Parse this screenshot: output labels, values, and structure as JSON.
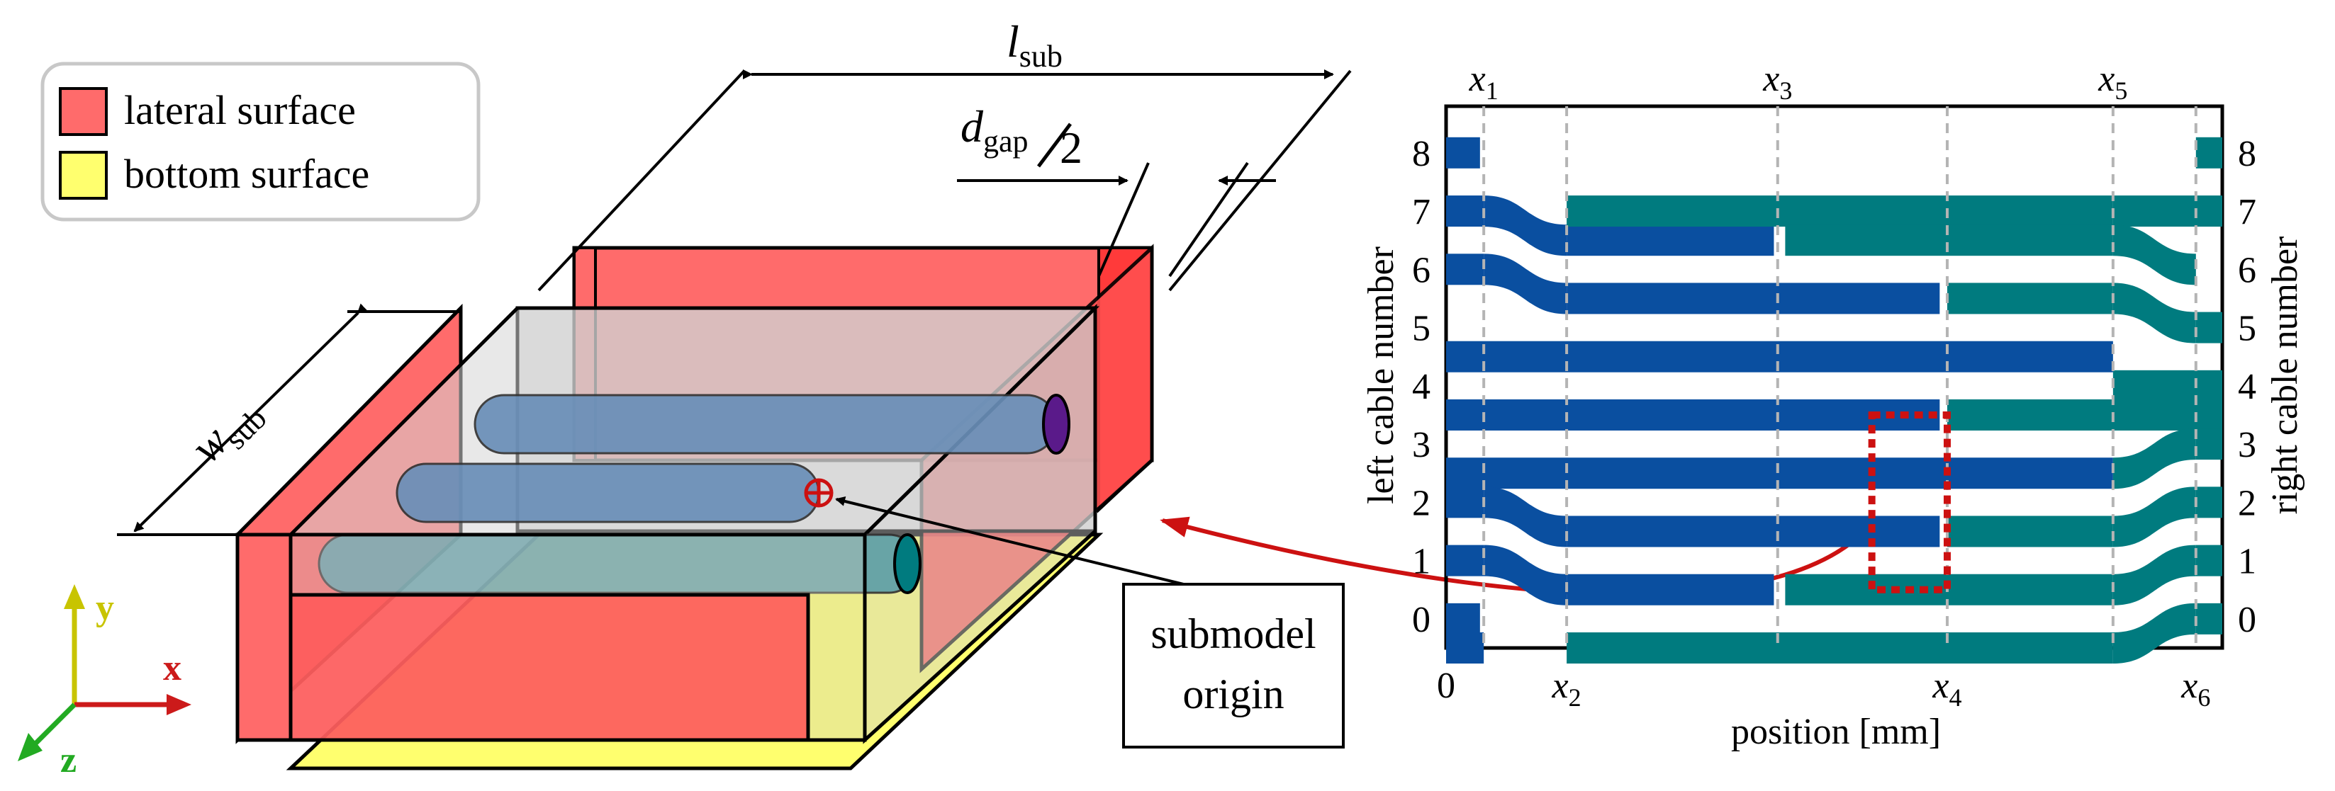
{
  "legend": {
    "items": [
      {
        "label": "lateral surface",
        "color": "#ff6b6b"
      },
      {
        "label": "bottom surface",
        "color": "#ffff6e"
      }
    ]
  },
  "dimensions": {
    "l_main": "l",
    "l_sub": "sub",
    "w_main": "w",
    "w_sub": "sub",
    "d_main": "d",
    "d_sub": "gap",
    "d_divisor": "2"
  },
  "axes3d": {
    "x": "x",
    "y": "y",
    "z": "z"
  },
  "axes_colors": {
    "x": "#cc1a1a",
    "y": "#c8c400",
    "z": "#22aa22"
  },
  "callout": {
    "line1": "submodel",
    "line2": "origin"
  },
  "colors": {
    "lateral": "#ff6b6b",
    "lateral_dark": "#ff2a2a",
    "bottom": "#ffff6e",
    "cable_blue": "#0a4fa0",
    "cable_teal": "#007b7f",
    "marker": "#cc1111"
  },
  "chart_data": {
    "type": "diagram",
    "xlabel": "position [mm]",
    "ylabel_left": "left cable number",
    "ylabel_right": "right cable number",
    "left_ticks": [
      "0",
      "1",
      "2",
      "3",
      "4",
      "5",
      "6",
      "7",
      "8"
    ],
    "right_ticks": [
      "0",
      "1",
      "2",
      "3",
      "4",
      "5",
      "6",
      "7",
      "8"
    ],
    "x_ticks_bottom": [
      {
        "main": "0",
        "sub": ""
      },
      {
        "main": "x",
        "sub": "2"
      },
      {
        "main": "x",
        "sub": "4"
      },
      {
        "main": "x",
        "sub": "6"
      }
    ],
    "x_ticks_top": [
      {
        "main": "x",
        "sub": "1"
      },
      {
        "main": "x",
        "sub": "3"
      },
      {
        "main": "x",
        "sub": "5"
      }
    ],
    "positions": {
      "0": 0,
      "x1": 1,
      "x2": 3.2,
      "x3": 8.8,
      "x4": 13.3,
      "x5": 17.7,
      "x6": 19.9,
      "end": 20.6
    },
    "ylim": [
      -0.5,
      8.8
    ],
    "segments": [
      {
        "color": "blue",
        "x0": 0,
        "x1": 0.9,
        "y": 8
      },
      {
        "color": "blue",
        "x0": 0,
        "x1": 0.9,
        "y": 0
      },
      {
        "color": "blue",
        "x0": 0,
        "x1": 1,
        "y": 7
      },
      {
        "color": "blue",
        "x0": 1,
        "x1": 3.2,
        "y0": 7,
        "y1": 6.5
      },
      {
        "color": "blue",
        "x0": 3.2,
        "x1": 8.7,
        "y": 6.5
      },
      {
        "color": "blue",
        "x0": 0,
        "x1": 1,
        "y": 6
      },
      {
        "color": "blue",
        "x0": 1,
        "x1": 3.2,
        "y0": 6,
        "y1": 5.5
      },
      {
        "color": "blue",
        "x0": 3.2,
        "x1": 13.1,
        "y": 5.5
      },
      {
        "color": "blue",
        "x0": 0,
        "x1": 17.7,
        "y": 4.5
      },
      {
        "color": "blue",
        "x0": 0,
        "x1": 13.1,
        "y": 3.5
      },
      {
        "color": "blue",
        "x0": 0,
        "x1": 17.7,
        "y": 2.5
      },
      {
        "color": "blue",
        "x0": 0,
        "x1": 1,
        "y": 2
      },
      {
        "color": "blue",
        "x0": 1,
        "x1": 3.2,
        "y0": 2,
        "y1": 1.5
      },
      {
        "color": "blue",
        "x0": 3.2,
        "x1": 13.1,
        "y": 1.5
      },
      {
        "color": "blue",
        "x0": 0,
        "x1": 1,
        "y": 1
      },
      {
        "color": "blue",
        "x0": 1,
        "x1": 3.2,
        "y0": 1,
        "y1": 0.5
      },
      {
        "color": "blue",
        "x0": 3.2,
        "x1": 8.7,
        "y": 0.5
      },
      {
        "color": "teal",
        "x0": 19.9,
        "x1": 20.6,
        "y": 8
      },
      {
        "color": "teal",
        "x0": 19.9,
        "x1": 20.6,
        "y": 0
      },
      {
        "color": "teal",
        "x0": 3.2,
        "x1": 17.7,
        "y": 7
      },
      {
        "color": "teal",
        "x0": 17.7,
        "x1": 20.6,
        "y0": 7,
        "y1": 7
      },
      {
        "color": "teal",
        "x0": 9,
        "x1": 17.7,
        "y": 6.5
      },
      {
        "color": "teal",
        "x0": 17.7,
        "x1": 19.9,
        "y0": 6.5,
        "y1": 6
      },
      {
        "color": "teal",
        "x0": 13.3,
        "x1": 17.7,
        "y": 5.5
      },
      {
        "color": "teal",
        "x0": 17.7,
        "x1": 19.9,
        "y0": 5.5,
        "y1": 5
      },
      {
        "color": "teal",
        "x0": 19.9,
        "x1": 20.6,
        "y": 5
      },
      {
        "color": "teal",
        "x0": 17.7,
        "x1": 20.6,
        "y": 4
      },
      {
        "color": "teal",
        "x0": 13.3,
        "x1": 20.6,
        "y": 3.5
      },
      {
        "color": "teal",
        "x0": 17.7,
        "x1": 19.9,
        "y0": 2.5,
        "y1": 3
      },
      {
        "color": "teal",
        "x0": 19.9,
        "x1": 20.6,
        "y": 3
      },
      {
        "color": "teal",
        "x0": 13.3,
        "x1": 17.7,
        "y": 1.5
      },
      {
        "color": "teal",
        "x0": 17.7,
        "x1": 19.9,
        "y0": 1.5,
        "y1": 2
      },
      {
        "color": "teal",
        "x0": 19.9,
        "x1": 20.6,
        "y": 2
      },
      {
        "color": "teal",
        "x0": 9,
        "x1": 17.7,
        "y": 0.5
      },
      {
        "color": "teal",
        "x0": 17.7,
        "x1": 19.9,
        "y0": 0.5,
        "y1": 1
      },
      {
        "color": "teal",
        "x0": 19.9,
        "x1": 20.6,
        "y": 1
      },
      {
        "color": "teal",
        "x0": 3.2,
        "x1": 17.7,
        "y": -0.5
      },
      {
        "color": "teal",
        "x0": 17.7,
        "x1": 19.9,
        "y0": -0.5,
        "y1": 0
      },
      {
        "color": "blue",
        "x0": 0,
        "x1": 1,
        "y": -0.5
      }
    ],
    "highlight": {
      "x0": 11.3,
      "x1": 13.3,
      "y0": 0.5,
      "y1": 3.5
    }
  }
}
